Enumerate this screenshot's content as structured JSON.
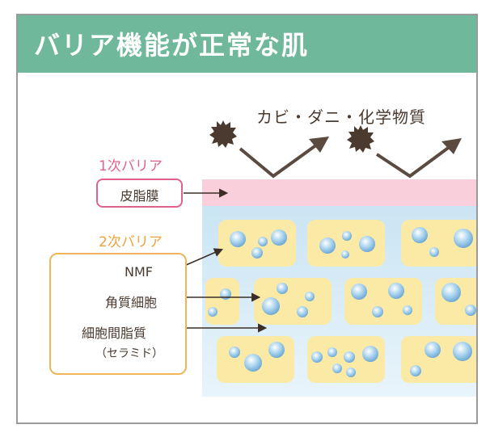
{
  "header": {
    "title": "バリア機能が正常な肌"
  },
  "allergens": {
    "label": "カビ・ダニ・化学物質"
  },
  "barrier1": {
    "label": "1次バリア",
    "box_label": "皮脂膜"
  },
  "barrier2": {
    "label": "2次バリア",
    "items": [
      "NMF",
      "角質細胞",
      "細胞間脂質",
      "（セラミド）"
    ]
  },
  "colors": {
    "header": "#70b89b",
    "sebum": "#f9cfdc",
    "cell": "#faeaa6",
    "intercellular": "#d6ecf7",
    "allergen": "#4a3a2f",
    "barrier1": "#e0628a",
    "barrier2": "#f0a33a"
  },
  "icons": [
    "allergen-particle-icon",
    "deflect-arrow-icon",
    "pointer-arrow-icon"
  ]
}
